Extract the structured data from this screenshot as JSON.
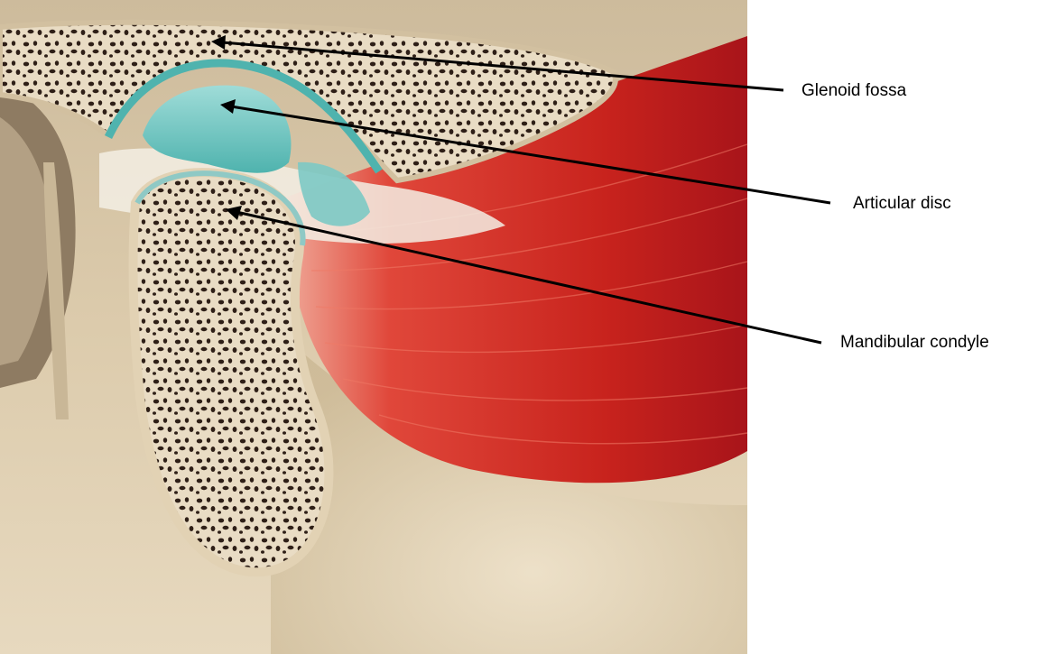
{
  "labels": {
    "glenoid_fossa": "Glenoid fossa",
    "articular_disc": "Articular disc",
    "mandibular_condyle": "Mandibular condyle"
  },
  "colors": {
    "bone": "#e9dcc4",
    "bone_edge": "#d2c0a0",
    "marrow": "#2e1f17",
    "background_tissue": "#d8c6a6",
    "muscle": "#cc2a22",
    "muscle_light": "#e8584a",
    "cartilage": "#6fc3c0",
    "leader_line": "#000000",
    "label_text": "#000000"
  }
}
